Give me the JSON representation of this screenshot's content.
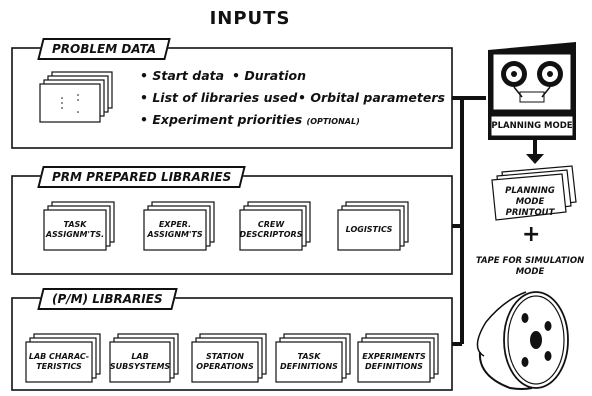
{
  "title": "INPUTS",
  "problem_data": {
    "label": "PROBLEM DATA",
    "bullets": [
      {
        "text": "Start data"
      },
      {
        "text": "Duration"
      },
      {
        "text": "List of libraries used"
      },
      {
        "text": "Orbital parameters"
      },
      {
        "text": "Experiment priorities",
        "note": "(OPTIONAL)"
      }
    ]
  },
  "prm_libraries": {
    "label": "PRM PREPARED LIBRARIES",
    "items": [
      {
        "line1": "TASK",
        "line2": "ASSIGNM'TS."
      },
      {
        "line1": "EXPER.",
        "line2": "ASSIGNM'TS"
      },
      {
        "line1": "CREW",
        "line2": "DESCRIPTORS"
      },
      {
        "line1": "LOGISTICS",
        "line2": ""
      }
    ]
  },
  "pm_libraries": {
    "label": "(P/M) LIBRARIES",
    "items": [
      {
        "line1": "LAB CHARAC-",
        "line2": "TERISTICS"
      },
      {
        "line1": "LAB",
        "line2": "SUBSYSTEMS"
      },
      {
        "line1": "STATION",
        "line2": "OPERATIONS"
      },
      {
        "line1": "TASK",
        "line2": "DEFINITIONS"
      },
      {
        "line1": "EXPERIMENTS",
        "line2": "DEFINITIONS"
      }
    ]
  },
  "planning_mode": {
    "label": "PLANNING MODE"
  },
  "printout": {
    "line1": "PLANNING MODE",
    "line2": "PRINTOUT"
  },
  "plus": "+",
  "tape": {
    "line1": "TAPE FOR SIMULATION",
    "line2": "MODE"
  }
}
